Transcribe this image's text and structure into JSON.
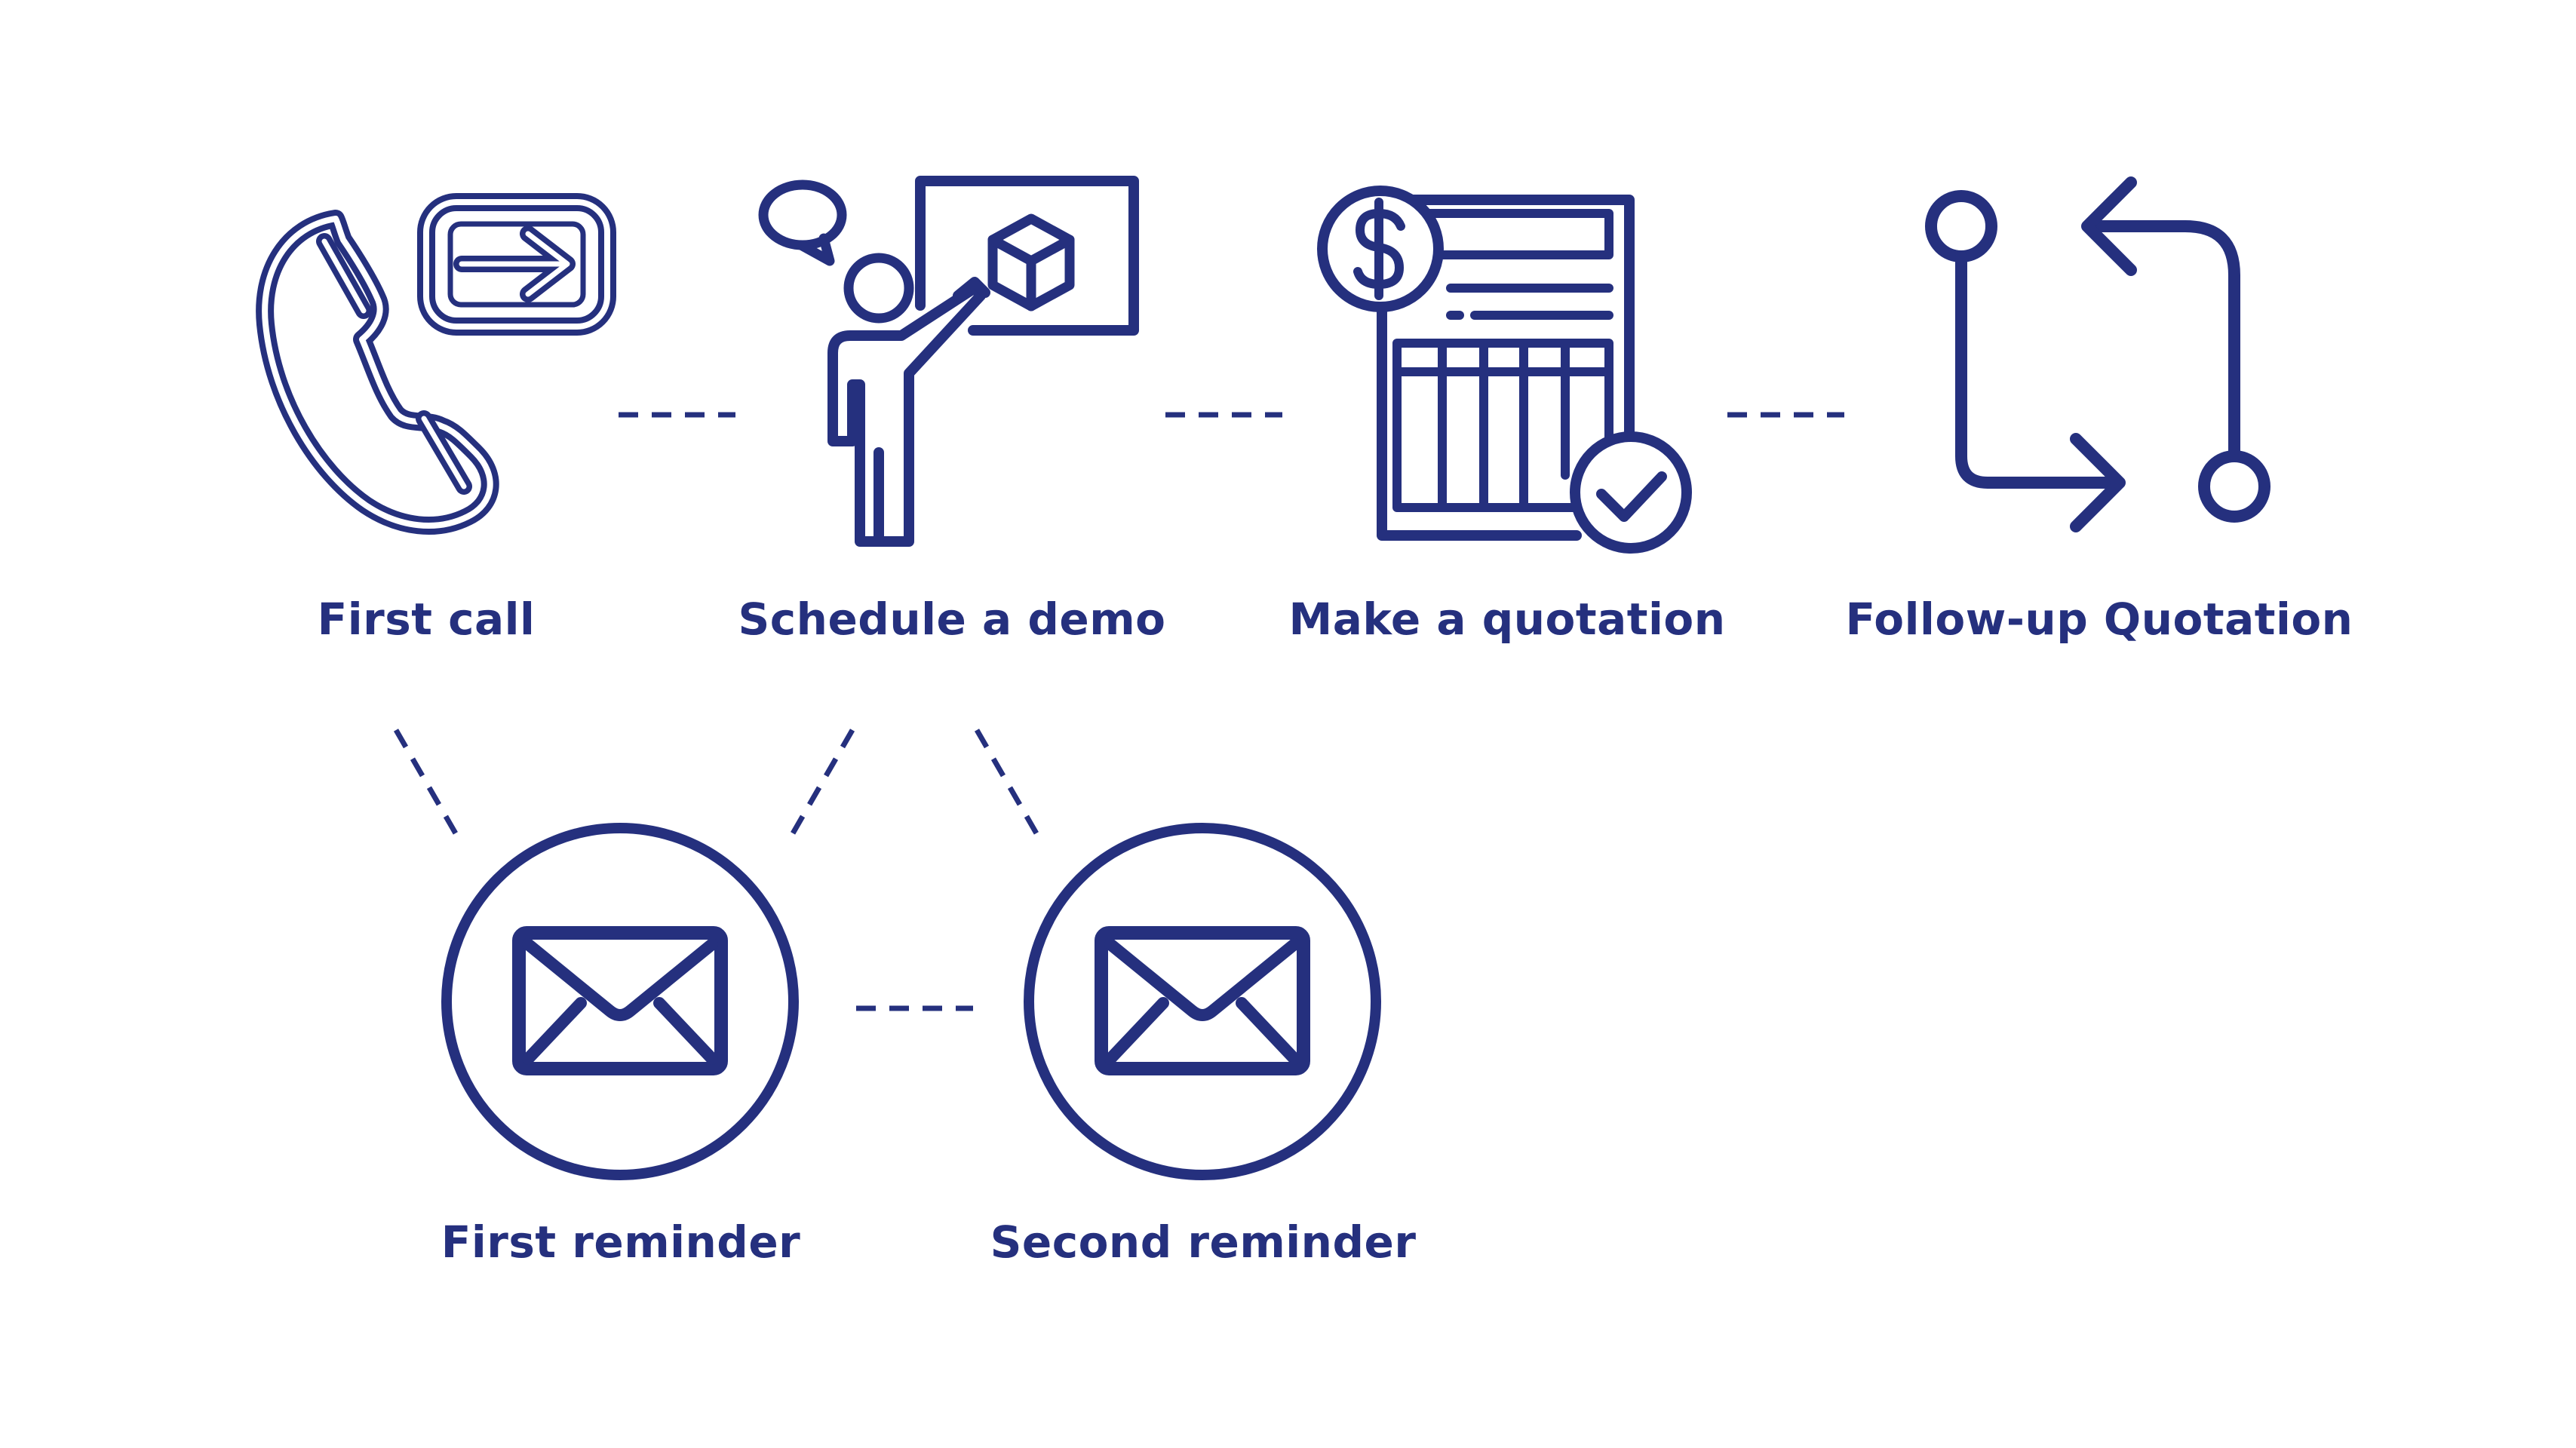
{
  "diagram": {
    "accent_color": "#25307e",
    "background_color": "#ffffff",
    "steps": [
      {
        "id": "first-call",
        "label": "First call",
        "icon": "phone-icon"
      },
      {
        "id": "schedule-demo",
        "label": "Schedule a demo",
        "icon": "presenter-icon"
      },
      {
        "id": "make-quotation",
        "label": "Make a quotation",
        "icon": "quotation-document-icon"
      },
      {
        "id": "follow-up-quotation",
        "label": "Follow-up Quotation",
        "icon": "flow-arrows-icon"
      }
    ],
    "reminders": [
      {
        "id": "first-reminder",
        "label": "First reminder",
        "icon": "envelope-icon"
      },
      {
        "id": "second-reminder",
        "label": "Second reminder",
        "icon": "envelope-icon"
      }
    ]
  }
}
